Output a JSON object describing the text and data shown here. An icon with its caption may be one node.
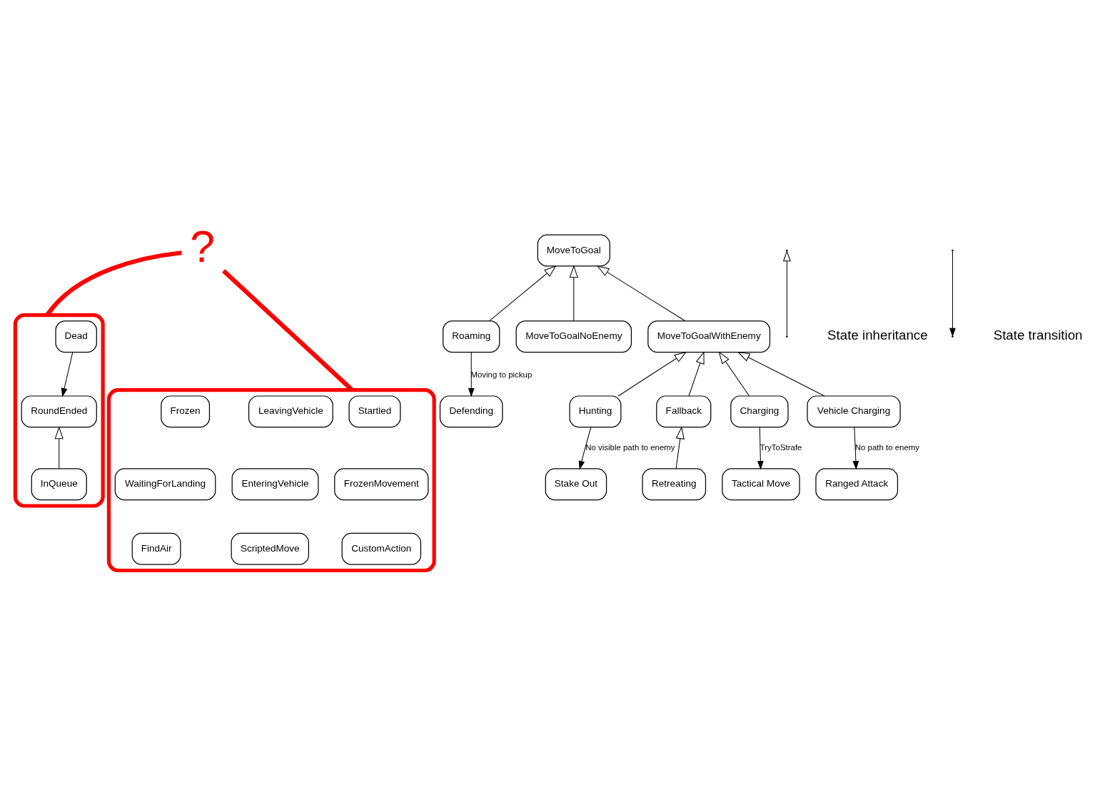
{
  "diagram": {
    "nodes": [
      {
        "text": [
          "?"
        ]
      },
      {
        "text": [],
        "shape": "ellipse"
      },
      {
        "text": [
          "RoundEnded"
        ],
        "in": 1
      },
      {
        "text": [
          "Dead"
        ],
        "in": 1
      },
      {
        "text": [
          "InQueue"
        ],
        "in": 1
      },
      {
        "text": [
          "Defending"
        ]
      },
      {
        "text": [
          "MoveToGoal"
        ]
      },
      {
        "text": [
          "Roaming"
        ]
      },
      {
        "text": [
          "MoveToGoalNoEnemy"
        ]
      },
      {
        "text": [
          "MoveToGoalWithEnemy"
        ]
      },
      {
        "text": [
          "Stake Out"
        ]
      },
      {
        "text": [
          "Hunting"
        ]
      },
      {
        "text": [
          "Fallback"
        ]
      },
      {
        "text": [
          "Charging"
        ]
      },
      {
        "text": [
          "Vehicle Charging"
        ]
      },
      {
        "text": [],
        "shape": "ellipse"
      },
      {
        "text": [
          "Startled"
        ],
        "in": 15
      },
      {
        "text": [
          "LeavingVehicle"
        ],
        "in": 15
      },
      {
        "text": [
          "Frozen"
        ],
        "in": 15
      },
      {
        "text": [
          "EnteringVehicle"
        ],
        "in": 15
      },
      {
        "text": [
          "FrozenMovement"
        ],
        "in": 15
      },
      {
        "text": [
          "WaitingForLanding"
        ],
        "in": 15
      },
      {
        "text": [
          "ScriptedMove"
        ],
        "in": 15
      },
      {
        "text": [
          "CustomAction"
        ],
        "in": 15
      },
      {
        "text": [
          "FindAir"
        ],
        "in": 15
      },
      {
        "text": [
          "Retreating"
        ]
      },
      {
        "text": [
          "Tactical Move"
        ]
      },
      {
        "text": [
          "Ranged Attack"
        ]
      }
    ],
    "edges": [
      {
        "from": 0,
        "to": 1,
        "arrow": "none",
        "style": "thick",
        "color": "#ff0000"
      },
      {
        "from": 0,
        "to": 15,
        "arrow": "none",
        "style": "thick",
        "color": "#ff0000"
      },
      {
        "from": 3,
        "to": 2,
        "arrow": "to"
      },
      {
        "from": 4,
        "to": 2,
        "arrow": "to"
      },
      {
        "from": 7,
        "to": 6,
        "arrow": "to"
      },
      {
        "from": 8,
        "to": 6,
        "arrow": "to"
      },
      {
        "from": 9,
        "to": 6,
        "arrow": "to"
      },
      {
        "from": 7,
        "to": 5,
        "arrow": "to",
        "label": "Moving to pickup"
      },
      {
        "from": 11,
        "to": 9,
        "arrow": "to"
      },
      {
        "from": 12,
        "to": 9,
        "arrow": "to"
      },
      {
        "from": 13,
        "to": 9,
        "arrow": "to"
      },
      {
        "from": 14,
        "to": 9,
        "arrow": "to"
      },
      {
        "from": 11,
        "to": 10,
        "arrow": "to",
        "label": "No visible path to enemy"
      },
      {
        "from": 25,
        "to": 12,
        "arrow": "to"
      },
      {
        "from": 13,
        "to": 26,
        "arrow": "to",
        "label": "TryToStrafe"
      },
      {
        "from": 14,
        "to": 27,
        "arrow": "to",
        "label": "No path to enemy"
      }
    ],
    "legend": [
      {
        "text": "State inheritance"
      },
      {
        "text": "State transition"
      }
    ]
  }
}
